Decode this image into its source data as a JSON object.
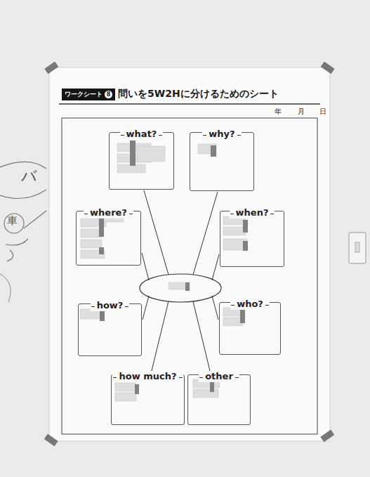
{
  "diagram": {
    "title": "問いを5W2Hに分けるためのシート",
    "nodes": [
      {
        "text": [
          "ワークシート",
          "8"
        ]
      },
      {
        "text": [
          "what?"
        ]
      },
      {
        "text": [
          "why?"
        ]
      },
      {
        "text": [
          "where?"
        ]
      },
      {
        "text": [
          "when?"
        ]
      },
      {
        "text": [
          "how?"
        ]
      },
      {
        "text": [
          "who?"
        ]
      },
      {
        "text": [
          "how much?"
        ]
      },
      {
        "text": [
          "other"
        ]
      }
    ],
    "labels": [
      "年",
      "月",
      "日",
      "バ",
      "車"
    ]
  }
}
